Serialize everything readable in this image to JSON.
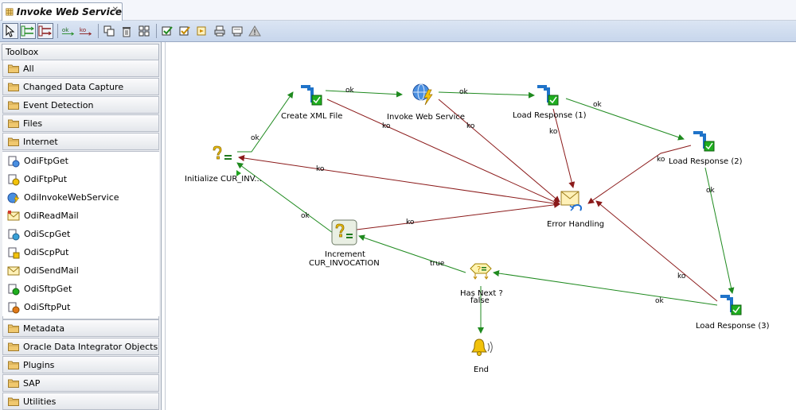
{
  "tab": {
    "title": "Invoke Web Service",
    "close_glyph": "✕"
  },
  "toolbox": {
    "title": "Toolbox",
    "folders_top": [
      "All",
      "Changed Data Capture",
      "Event Detection",
      "Files",
      "Internet"
    ],
    "tools": [
      "OdiFtpGet",
      "OdiFtpPut",
      "OdiInvokeWebService",
      "OdiReadMail",
      "OdiScpGet",
      "OdiScpPut",
      "OdiSendMail",
      "OdiSftpGet",
      "OdiSftpPut"
    ],
    "folders_bottom": [
      "Metadata",
      "Oracle Data Integrator Objects",
      "Plugins",
      "SAP",
      "Utilities"
    ]
  },
  "toolbar": {
    "ok_label": "ok",
    "ko_label": "ko"
  },
  "nodes": {
    "init": "Initialize CUR_INV...",
    "create_xml": "Create XML File",
    "invoke": "Invoke Web Service",
    "load1": "Load Response (1)",
    "load2": "Load Response (2)",
    "load3": "Load Response (3)",
    "error": "Error Handling",
    "increment_line1": "Increment",
    "increment_line2": "CUR_INVOCATION",
    "hasnext_line1": "Has Next ?",
    "hasnext_line2": "false",
    "end": "End"
  },
  "links": {
    "ok": "ok",
    "ko": "ko",
    "true_label": "true"
  },
  "colors": {
    "ok_link": "#1f8a1f",
    "ko_link": "#8b1a1a",
    "folder_icon": "#e8b860",
    "accent": "#2f6fd1"
  }
}
